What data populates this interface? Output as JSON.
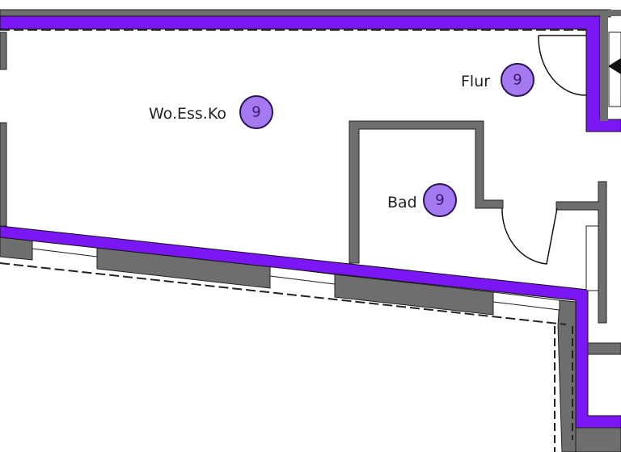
{
  "colors": {
    "outer_wall_highlight": "#7b16f4",
    "wall_gray": "#6e6e6e",
    "badge_fill": "#a57af0",
    "badge_stroke": "#2a1455"
  },
  "rooms": [
    {
      "name": "Wo.Ess.Ko",
      "badge": "9"
    },
    {
      "name": "Flur",
      "badge": "9"
    },
    {
      "name": "Bad",
      "badge": "9"
    }
  ],
  "icons": {
    "entrance_marker": "triangle-left-icon"
  }
}
